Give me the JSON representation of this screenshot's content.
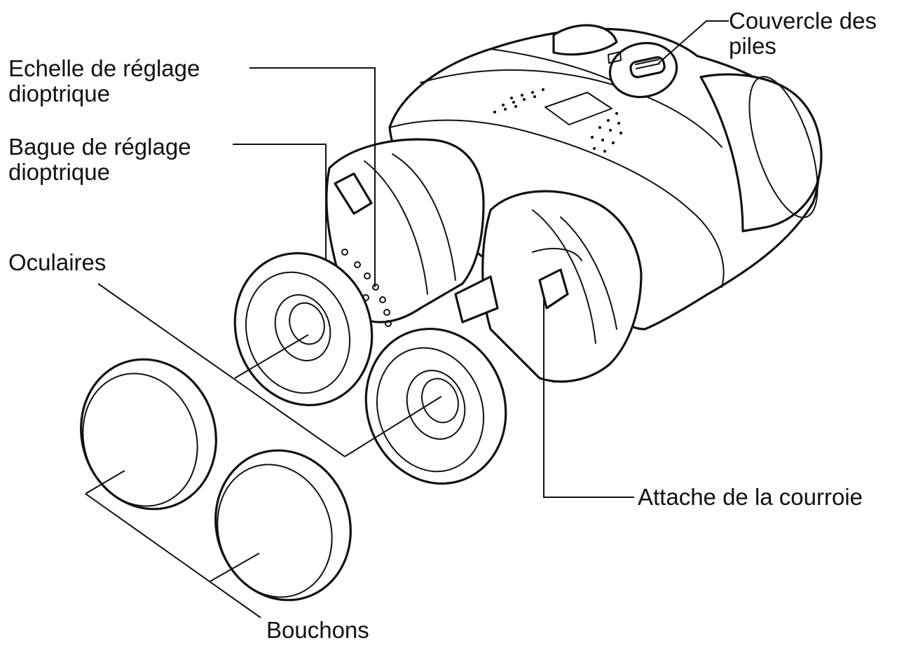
{
  "labels": {
    "battery_cover": {
      "line1": "Couvercle des",
      "line2": "piles"
    },
    "diopter_scale": {
      "line1": "Echelle de réglage",
      "line2": "dioptrique"
    },
    "diopter_ring": {
      "line1": "Bague de réglage",
      "line2": "dioptrique"
    },
    "eyepieces": {
      "line1": "Oculaires"
    },
    "strap_mount": {
      "line1": "Attache de la courroie"
    },
    "lens_caps": {
      "line1": "Bouchons"
    }
  },
  "colors": {
    "ink": "#111111",
    "background": "#ffffff"
  }
}
